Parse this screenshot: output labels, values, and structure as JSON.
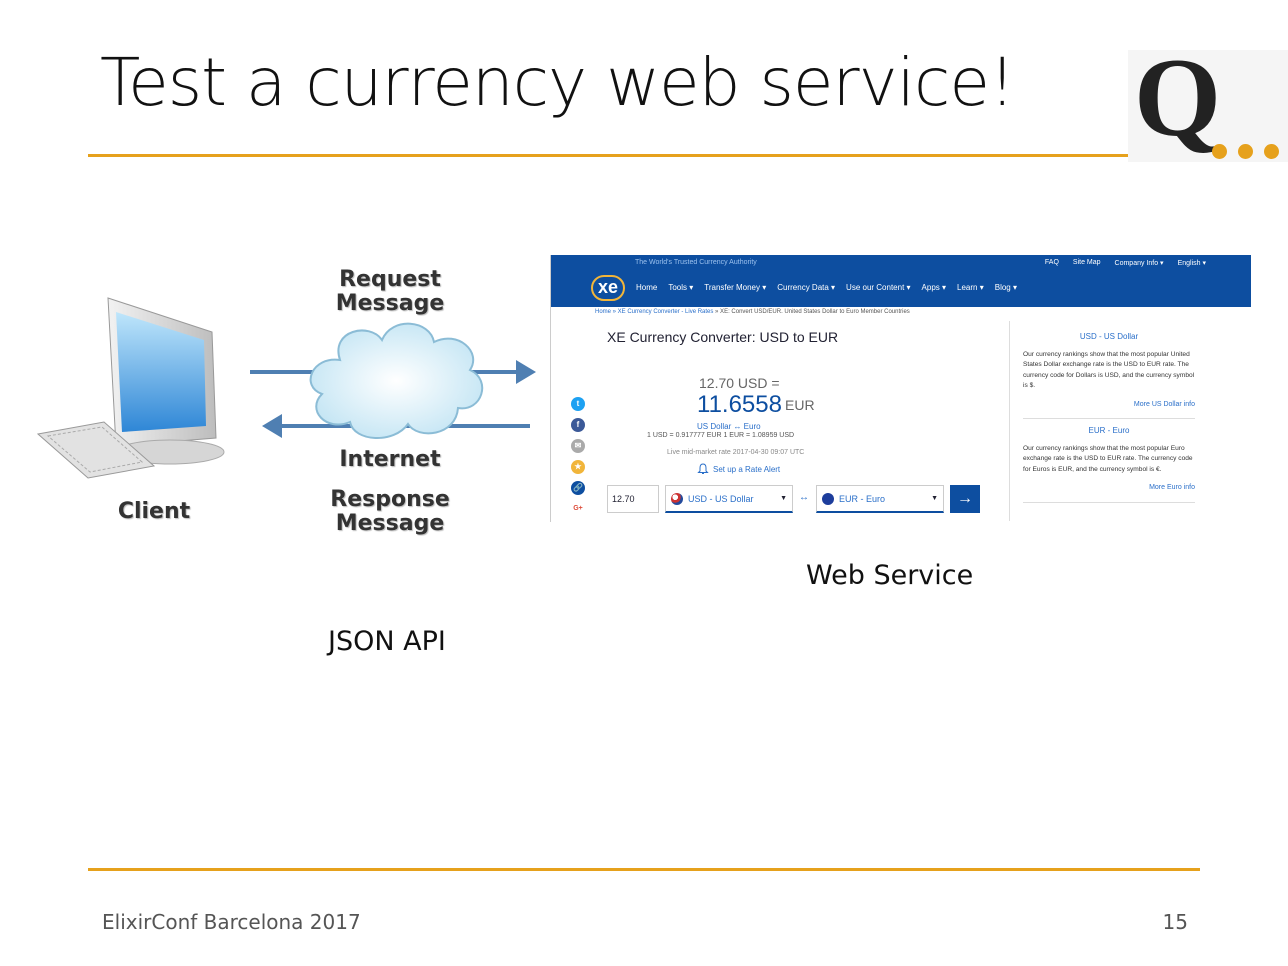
{
  "slide": {
    "title": "Test a currency web service!",
    "footer_left": "ElixirConf Barcelona 2017",
    "page_number": "15",
    "accent_color": "#e6a11c",
    "logo_letter": "Q"
  },
  "diagram": {
    "client_label": "Client",
    "request_label": "Request\nMessage",
    "internet_label": "Internet",
    "response_label": "Response\nMessage"
  },
  "captions": {
    "web_service": "Web Service",
    "json_api": "JSON API"
  },
  "xe": {
    "tagline": "The World's Trusted Currency Authority",
    "top_links": [
      "FAQ",
      "Site Map",
      "Company Info ▾",
      "English ▾"
    ],
    "logo": "xe",
    "nav": [
      "Home",
      "Tools ▾",
      "Transfer Money ▾",
      "Currency Data ▾",
      "Use our Content ▾",
      "Apps ▾",
      "Learn ▾",
      "Blog ▾"
    ],
    "breadcrumb_links": "Home » XE Currency Converter - Live Rates",
    "breadcrumb_rest": " » XE: Convert USD/EUR. United States Dollar to Euro Member Countries",
    "converter_title": "XE Currency Converter: USD to EUR",
    "from_amount": "12.70 USD =",
    "result_value": "11.6558",
    "result_unit": "EUR",
    "names": "US Dollar  ↔  Euro",
    "rates": "1 USD = 0.917777 EUR        1 EUR = 1.08959 USD",
    "live_rate": "Live mid-market rate 2017-04-30 09:07 UTC",
    "alert_label": "Set up a Rate Alert",
    "amount_input": "12.70",
    "from_select": "USD - US Dollar",
    "to_select": "EUR - Euro",
    "swap": "↔",
    "go": "→",
    "social": [
      "t",
      "f",
      "✉",
      "★",
      "🔗",
      "G+"
    ],
    "side_usd_heading": "USD - US Dollar",
    "side_usd_text": "Our currency rankings show that the most popular United States Dollar exchange rate is the USD to EUR rate. The currency code for Dollars is USD, and the currency symbol is $.",
    "side_usd_more": "More US Dollar info",
    "side_eur_heading": "EUR - Euro",
    "side_eur_text": "Our currency rankings show that the most popular Euro exchange rate is the USD to EUR rate. The currency code for Euros is EUR, and the currency symbol is €.",
    "side_eur_more": "More Euro info",
    "brand_color": "#0d4ea0",
    "link_color": "#2a6fc9"
  }
}
